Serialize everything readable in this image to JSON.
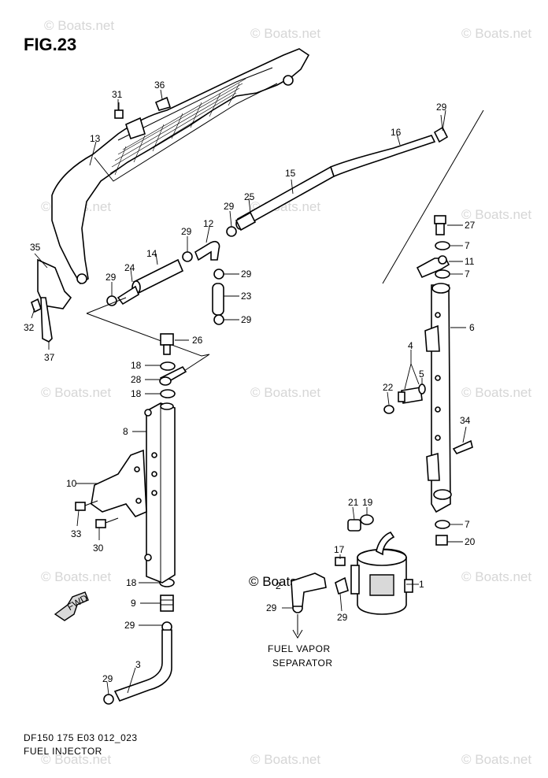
{
  "figure": {
    "title": "FIG.23",
    "code": "DF150 175 E03 012_023",
    "name": "FUEL INJECTOR"
  },
  "annotations": {
    "fuel_vapor_line1": "FUEL VAPOR",
    "fuel_vapor_line2": "SEPARATOR",
    "fwd": "FWD"
  },
  "watermark": {
    "text": "© Boats.net",
    "prominent_text": "© Boats.net"
  },
  "callouts": [
    "1",
    "2",
    "3",
    "4",
    "5",
    "6",
    "7",
    "7",
    "7",
    "8",
    "9",
    "10",
    "11",
    "12",
    "13",
    "14",
    "15",
    "16",
    "17",
    "18",
    "18",
    "18",
    "19",
    "20",
    "21",
    "22",
    "23",
    "24",
    "25",
    "26",
    "27",
    "28",
    "29",
    "29",
    "29",
    "29",
    "29",
    "29",
    "29",
    "29",
    "29",
    "29",
    "30",
    "31",
    "32",
    "33",
    "34",
    "35",
    "36",
    "37"
  ]
}
